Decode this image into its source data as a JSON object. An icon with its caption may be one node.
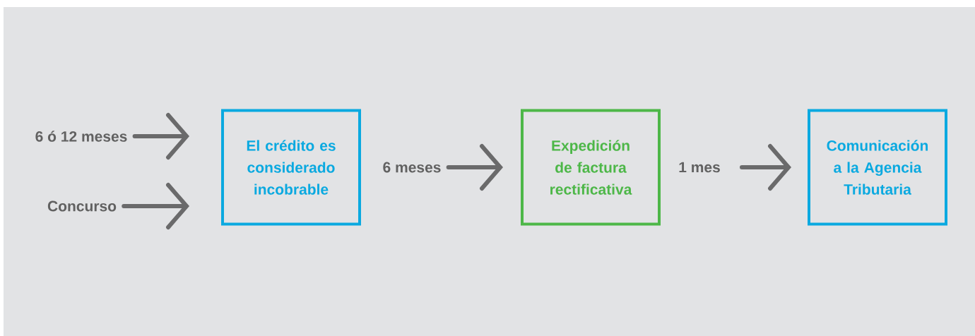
{
  "diagram": {
    "nodes": [
      {
        "text": [
          "6 ó 12 meses"
        ]
      },
      {
        "text": [
          "Concurso"
        ]
      },
      {
        "text": [
          "El crédito es considerado incobrable"
        ]
      },
      {
        "text": [
          "6 meses"
        ]
      },
      {
        "text": [
          "Expedición de factura rectificativa"
        ]
      },
      {
        "text": [
          "1 mes"
        ]
      },
      {
        "text": [
          "Comunicación a la Agencia Tributaria"
        ]
      }
    ],
    "edges": [
      {
        "from": 0,
        "to": 2,
        "arrow": "to"
      },
      {
        "from": 1,
        "to": 2,
        "arrow": "to"
      },
      {
        "from": 3,
        "to": 4,
        "arrow": "to"
      },
      {
        "from": 5,
        "to": 6,
        "arrow": "to"
      }
    ]
  }
}
